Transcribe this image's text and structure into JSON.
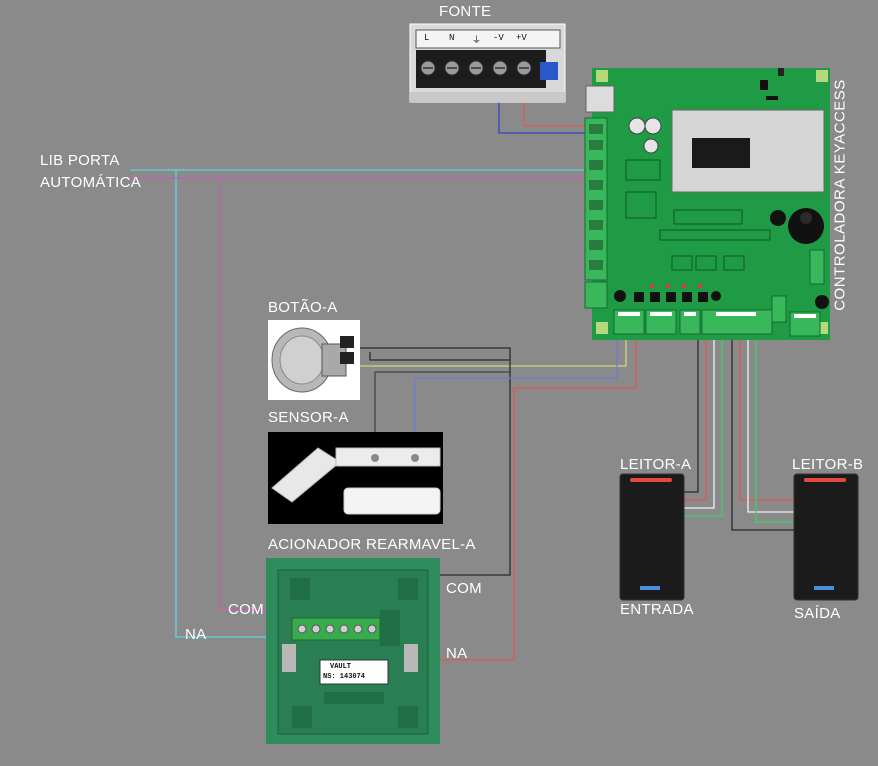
{
  "labels": {
    "fonte": "FONTE",
    "controladora": "CONTROLADORA KEYACCESS",
    "lib_porta_1": "LIB PORTA",
    "lib_porta_2": "AUTOMÁTICA",
    "botao": "BOTÃO-A",
    "sensor": "SENSOR-A",
    "acionador": "ACIONADOR REARMAVEL-A",
    "com_left": "COM",
    "na_left": "NA",
    "com_right": "COM",
    "na_right": "NA",
    "leitor_a": "LEITOR-A",
    "leitor_b": "LEITOR-B",
    "entrada": "ENTRADA",
    "saida": "SAÍDA"
  },
  "psu_terminals": [
    "L",
    "N",
    "⏚",
    "-V",
    "+V"
  ],
  "vault": {
    "brand": "VAULT",
    "serial": "NS: 143074"
  },
  "colors": {
    "background": "#8a8a8a",
    "pcb": "#1f9a45",
    "wire_cyan": "#5fd3e0",
    "wire_magenta": "#c65fb0",
    "wire_yellow": "#d6d47a",
    "wire_red": "#e0584f",
    "wire_blue": "#3344cc",
    "wire_white": "#f2f2f2",
    "wire_green": "#3fcf6a",
    "wire_black": "#2a2a2a"
  }
}
